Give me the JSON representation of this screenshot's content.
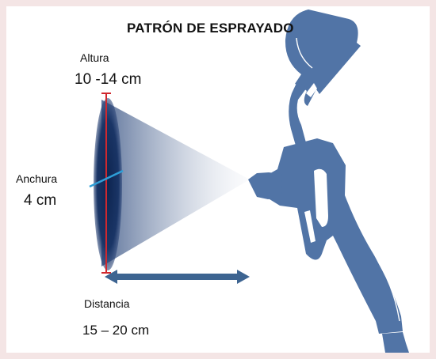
{
  "title": "PATRÓN DE ESPRAYADO",
  "height": {
    "label": "Altura",
    "value": "10 -14 cm"
  },
  "width": {
    "label": "Anchura",
    "value": "4 cm"
  },
  "distance": {
    "label": "Distancia",
    "value": "15 – 20 cm"
  },
  "colors": {
    "border": "#f4e5e5",
    "gun": "#5174a6",
    "spray_dark": "#0e2550",
    "height_marker": "#d0282e",
    "width_marker": "#2e9fd8",
    "distance_arrow": "#3d6491"
  }
}
